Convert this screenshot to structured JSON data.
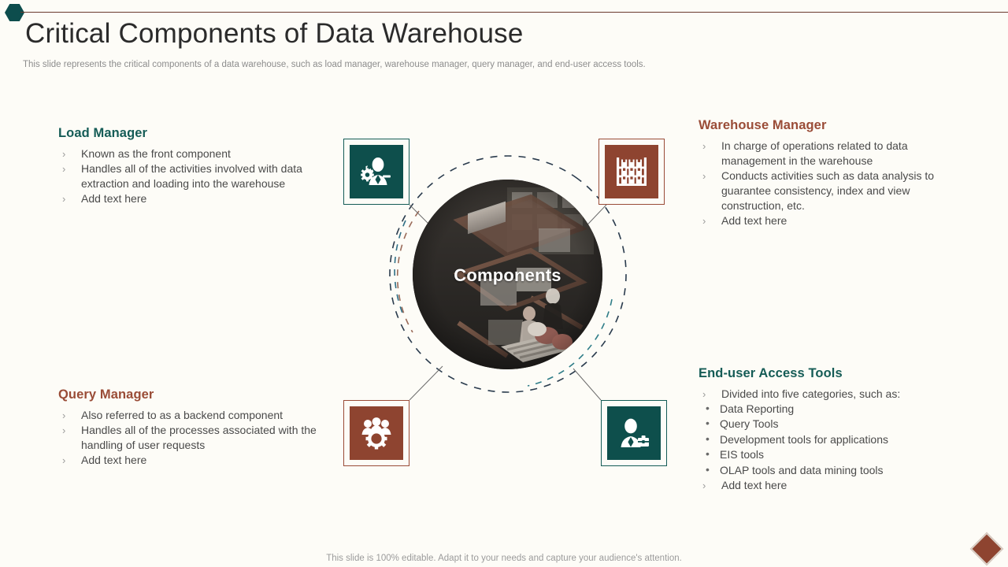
{
  "header": {
    "title": "Critical Components of Data Warehouse",
    "subtitle": "This slide represents the critical components of a data warehouse, such as load manager, warehouse manager, query manager, and end-user access tools."
  },
  "colors": {
    "background": "#fdfcf7",
    "teal": "#155c56",
    "brown": "#9a4c37",
    "title": "#2b2b2b",
    "body_text": "#4a4a4a",
    "muted": "#9b9b9b"
  },
  "center": {
    "label": "Components",
    "image_alt": "warehouse-interior-photo"
  },
  "blocks": {
    "load_manager": {
      "heading": "Load Manager",
      "accent": "teal",
      "bullets": [
        "Known as the front component",
        "Handles all of the activities involved with data extraction and loading into the warehouse",
        "Add text here"
      ]
    },
    "query_manager": {
      "heading": "Query Manager",
      "accent": "brown",
      "bullets": [
        "Also referred to as a backend component",
        "Handles all of the processes associated with the handling of user requests",
        "Add text here"
      ]
    },
    "warehouse_manager": {
      "heading": "Warehouse Manager",
      "accent": "brown",
      "bullets": [
        "In charge of operations related to data management in the warehouse",
        "Conducts activities such as data analysis to guarantee consistency, index and view construction, etc.",
        "Add text here"
      ]
    },
    "end_user_access_tools": {
      "heading": "End-user Access Tools",
      "accent": "teal",
      "bullets": [
        "Divided into five categories, such as:",
        "Add text here"
      ],
      "sub_bullets": [
        "Data Reporting",
        "Query Tools",
        "Development tools for applications",
        "EIS tools",
        "OLAP tools and data mining tools"
      ]
    }
  },
  "icons": {
    "load_manager": "manager-gear-icon",
    "warehouse_manager": "warehouse-shelf-icon",
    "query_manager": "team-gear-icon",
    "end_user_access_tools": "businessman-briefcase-icon"
  },
  "footer": {
    "note": "This slide is 100% editable. Adapt it to your needs and capture your audience's attention."
  }
}
